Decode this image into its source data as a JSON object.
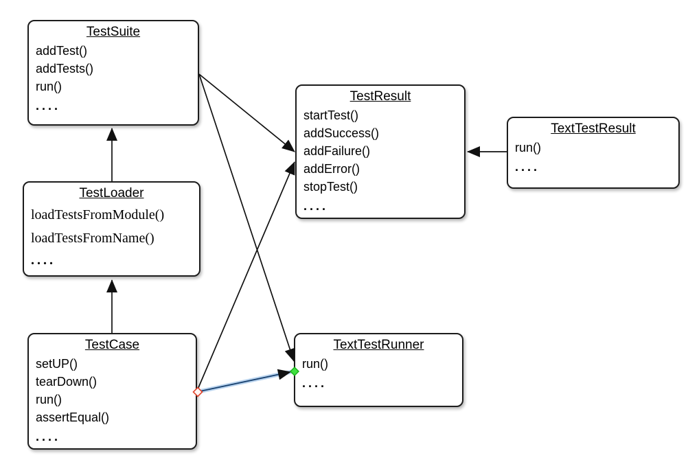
{
  "diagram": {
    "boxes": [
      {
        "id": "test-suite",
        "title": "TestSuite",
        "methods": [
          "addTest()",
          "addTests()",
          "run()",
          "...."
        ]
      },
      {
        "id": "test-result",
        "title": "TestResult",
        "methods": [
          "startTest()",
          "addSuccess()",
          "addFailure()",
          "addError()",
          "stopTest()",
          "...."
        ]
      },
      {
        "id": "text-test-result",
        "title": "TextTestResult",
        "methods": [
          "run()",
          "...."
        ]
      },
      {
        "id": "test-loader",
        "title": "TestLoader",
        "methods": [
          "loadTestsFromModule()",
          "loadTestsFromName()",
          "...."
        ]
      },
      {
        "id": "test-case",
        "title": "TestCase",
        "methods": [
          "setUP()",
          "tearDown()",
          "run()",
          "assertEqual()",
          "...."
        ]
      },
      {
        "id": "text-test-runner",
        "title": "TextTestRunner",
        "methods": [
          "run()",
          "...."
        ]
      }
    ],
    "edges": [
      {
        "from": "TestLoader",
        "to": "TestSuite",
        "style": "arrow"
      },
      {
        "from": "TestCase",
        "to": "TestLoader",
        "style": "arrow"
      },
      {
        "from": "TestSuite",
        "to": "TestResult",
        "style": "arrow"
      },
      {
        "from": "TestSuite",
        "to": "TextTestRunner",
        "style": "arrow"
      },
      {
        "from": "TestCase",
        "to": "TestResult",
        "style": "arrow"
      },
      {
        "from": "TextTestResult",
        "to": "TestResult",
        "style": "arrow"
      },
      {
        "from": "TestCase",
        "to": "TextTestRunner",
        "style": "arrow-selected"
      }
    ],
    "colors": {
      "box_border": "#1c1c1c",
      "arrow": "#111111",
      "selected_edge_core": "#17406e",
      "selected_edge_halo": "#b9d3ee",
      "source_handle": "#e0442c",
      "target_handle": "#3fe03f"
    }
  }
}
